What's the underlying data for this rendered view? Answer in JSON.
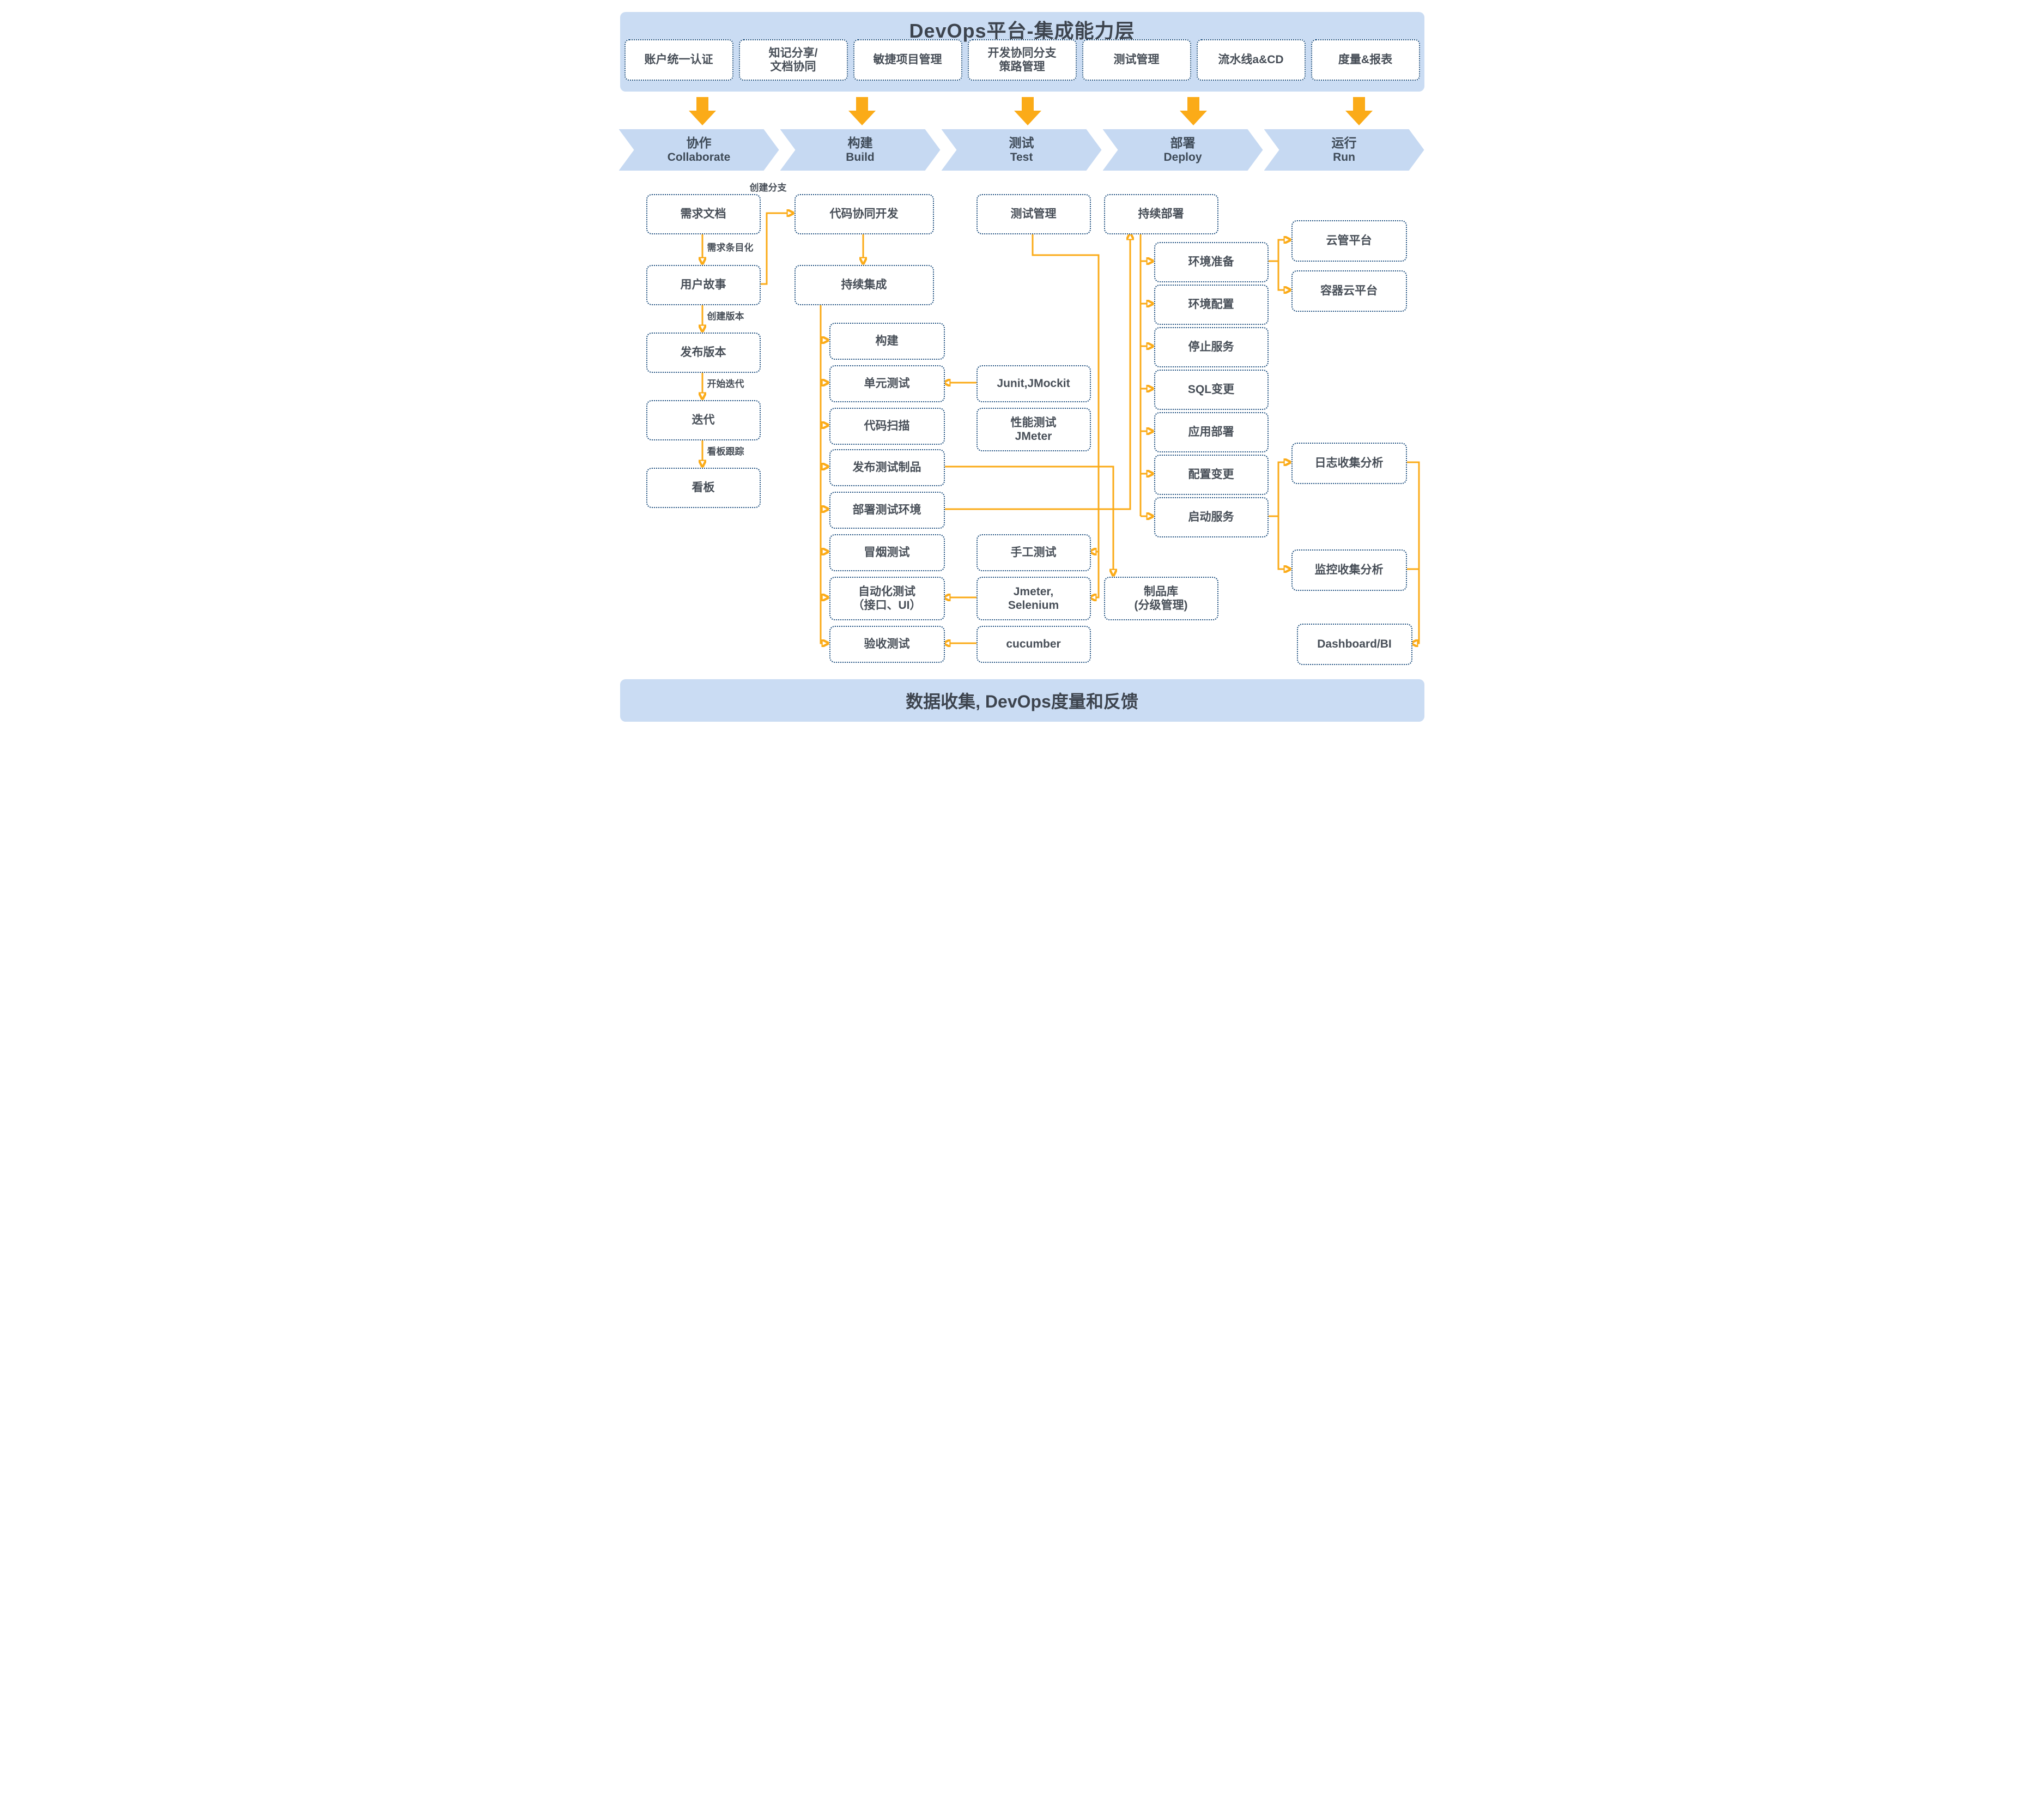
{
  "title": "DevOps平台-集成能力层",
  "bottom_banner": "数据收集, DevOps度量和反馈",
  "colors": {
    "banner_blue": "#cadcf3",
    "chevron_blue": "#c6d9f2",
    "border_navy": "#1d4e7e",
    "text_dark": "#474e57",
    "connector_orange": "#fbab18"
  },
  "capabilities": [
    {
      "label": "账户统一认证"
    },
    {
      "line1": "知记分享/",
      "line2": "文档协同"
    },
    {
      "label": "敏捷项目管理"
    },
    {
      "line1": "开发协同分支",
      "line2": "策路管理"
    },
    {
      "label": "测试管理"
    },
    {
      "label": "流水线a&CD"
    },
    {
      "label": "度量&报表"
    }
  ],
  "phases": [
    {
      "zh": "协作",
      "en": "Collaborate"
    },
    {
      "zh": "构建",
      "en": "Build"
    },
    {
      "zh": "测试",
      "en": "Test"
    },
    {
      "zh": "部署",
      "en": "Deploy"
    },
    {
      "zh": "运行",
      "en": "Run"
    }
  ],
  "nodes": {
    "req_doc": {
      "label": "需求文档"
    },
    "user_story": {
      "label": "用户故事"
    },
    "release_version": {
      "label": "发布版本"
    },
    "iteration": {
      "label": "迭代"
    },
    "kanban": {
      "label": "看板"
    },
    "code_dev": {
      "label": "代码协同开发"
    },
    "ci": {
      "label": "持续集成"
    },
    "build": {
      "label": "构建"
    },
    "unit_test": {
      "label": "单元测试"
    },
    "code_scan": {
      "label": "代码扫描"
    },
    "publish_artifact": {
      "label": "发布测试制品"
    },
    "deploy_test_env": {
      "label": "部署测试环境"
    },
    "smoke_test": {
      "label": "冒烟测试"
    },
    "auto_test": {
      "line1": "自动化测试",
      "line2": "（接口、UI）"
    },
    "acceptance_test": {
      "label": "验收测试"
    },
    "test_mgmt": {
      "label": "测试管理"
    },
    "junit": {
      "label": "Junit,JMockit"
    },
    "perf_test": {
      "line1": "性能测试",
      "line2": "JMeter"
    },
    "manual_test": {
      "label": "手工测试"
    },
    "jmeter_selenium": {
      "line1": "Jmeter,",
      "line2": "Selenium"
    },
    "cucumber": {
      "label": "cucumber"
    },
    "cd": {
      "label": "持续部署"
    },
    "env_prep": {
      "label": "环境准备"
    },
    "env_conf": {
      "label": "环境配置"
    },
    "stop_service": {
      "label": "停止服务"
    },
    "sql_change": {
      "label": "SQL变更"
    },
    "app_deploy": {
      "label": "应用部署"
    },
    "conf_change": {
      "label": "配置变更"
    },
    "start_service": {
      "label": "启动服务"
    },
    "artifact_repo": {
      "line1": "制品库",
      "line2": "(分级管理)"
    },
    "cloud_mgmt": {
      "label": "云管平台"
    },
    "container_cloud": {
      "label": "容器云平台"
    },
    "log_analysis": {
      "label": "日志收集分析"
    },
    "monitor_analysis": {
      "label": "监控收集分析"
    },
    "dashboard": {
      "label": "Dashboard/BI"
    }
  },
  "edge_labels": {
    "create_branch": "创建分支",
    "itemize_requirements": "需求条目化",
    "create_version": "创建版本",
    "start_iteration": "开始迭代",
    "kanban_tracking": "看板跟踪"
  }
}
